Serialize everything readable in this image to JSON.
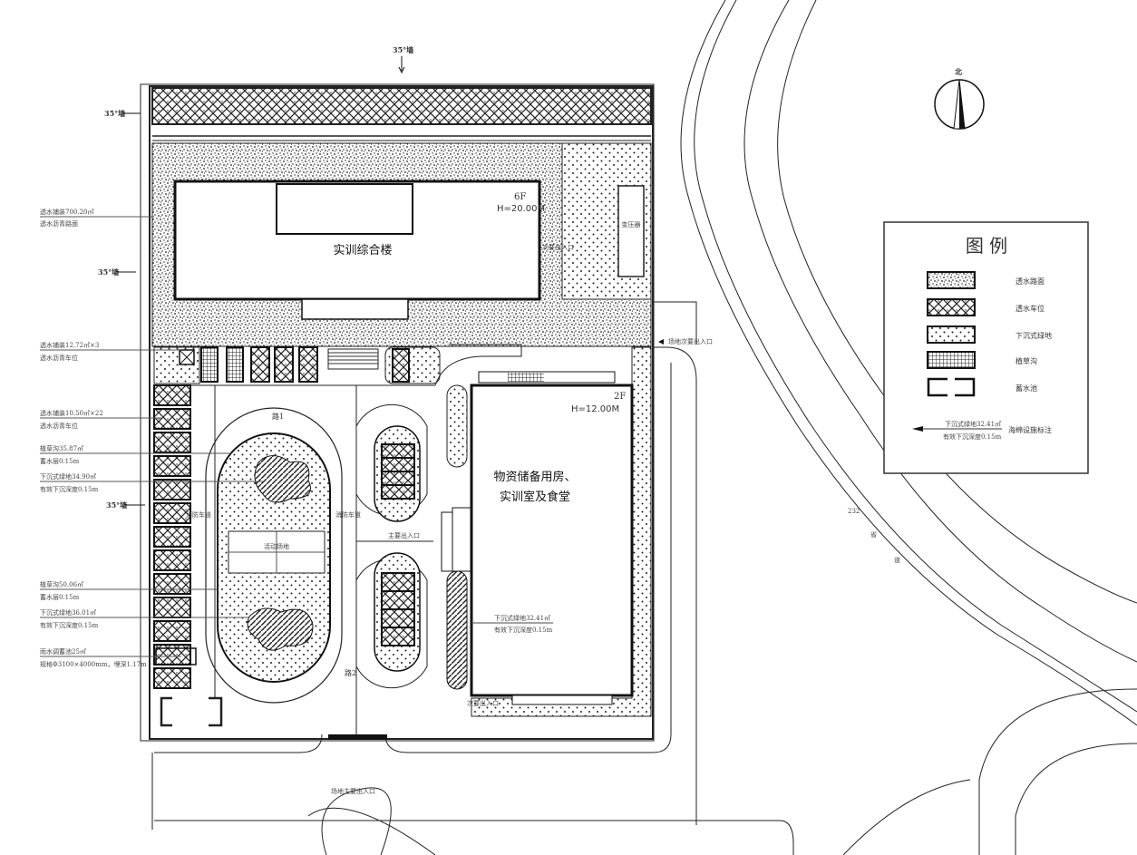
{
  "title_legend": "图 例",
  "legend": [
    {
      "label": "透水路面",
      "pattern": "permeable-pavement"
    },
    {
      "label": "透水车位",
      "pattern": "permeable-parking"
    },
    {
      "label": "下沉式绿地",
      "pattern": "sunken-green"
    },
    {
      "label": "植草沟",
      "pattern": "grass-swale"
    },
    {
      "label": "蓄水池",
      "pattern": "reservoir"
    }
  ],
  "legend_annotation": {
    "line1": "下沉式绿地32.41㎡",
    "line2": "有效下沉深度0.15m",
    "label": "海绵设施标注"
  },
  "north_label": "北",
  "buildings": {
    "main": {
      "name": "实训综合楼",
      "floors": "6F",
      "height": "H=20.00M"
    },
    "storage": {
      "name_line1": "物资储备用房、",
      "name_line2": "实训室及食堂",
      "floors": "2F",
      "height": "H=12.00M"
    },
    "transformer": "变压器"
  },
  "wall_labels": [
    "35°墙",
    "35°墙",
    "35°墙",
    "35°墙"
  ],
  "left_annotations": [
    {
      "line1": "透水铺装700.20㎡",
      "line2": "透水沥青路面"
    },
    {
      "line1": "透水铺装12.72㎡×3",
      "line2": "透水沥青车位"
    },
    {
      "line1": "透水铺装10.50㎡×22",
      "line2": "透水沥青车位"
    },
    {
      "line1": "植草沟35.87㎡",
      "line2": "蓄水层0.15m"
    },
    {
      "line1": "下沉式绿地34.90㎡",
      "line2": "有效下沉深度0.15m"
    },
    {
      "line1": "植草沟50.06㎡",
      "line2": "蓄水层0.15m"
    },
    {
      "line1": "下沉式绿地36.01㎡",
      "line2": "有效下沉深度0.15m"
    },
    {
      "line1": "雨水调蓄池25㎡",
      "line2": "规格Φ3100×4000mm，埋深1.17m"
    }
  ],
  "site_labels": {
    "fire_lane_left": "消防车道",
    "fire_lane_right": "消防车道",
    "activity_area": "活动场地",
    "main_entrance": "主要出入口",
    "secondary_entrance_bldg": "次要出入口",
    "site_secondary_entrance": "场地次要出入口",
    "site_main_entrance": "场地主要出入口",
    "storage_secondary_entrance": "次要出入口",
    "road1": "路1",
    "road2": "路2",
    "provincial_road": "232",
    "provincial_road_2": "省",
    "provincial_road_3": "道"
  },
  "storage_annotation": {
    "line1": "下沉式绿地32.41㎡",
    "line2": "有效下沉深度0.15m"
  }
}
